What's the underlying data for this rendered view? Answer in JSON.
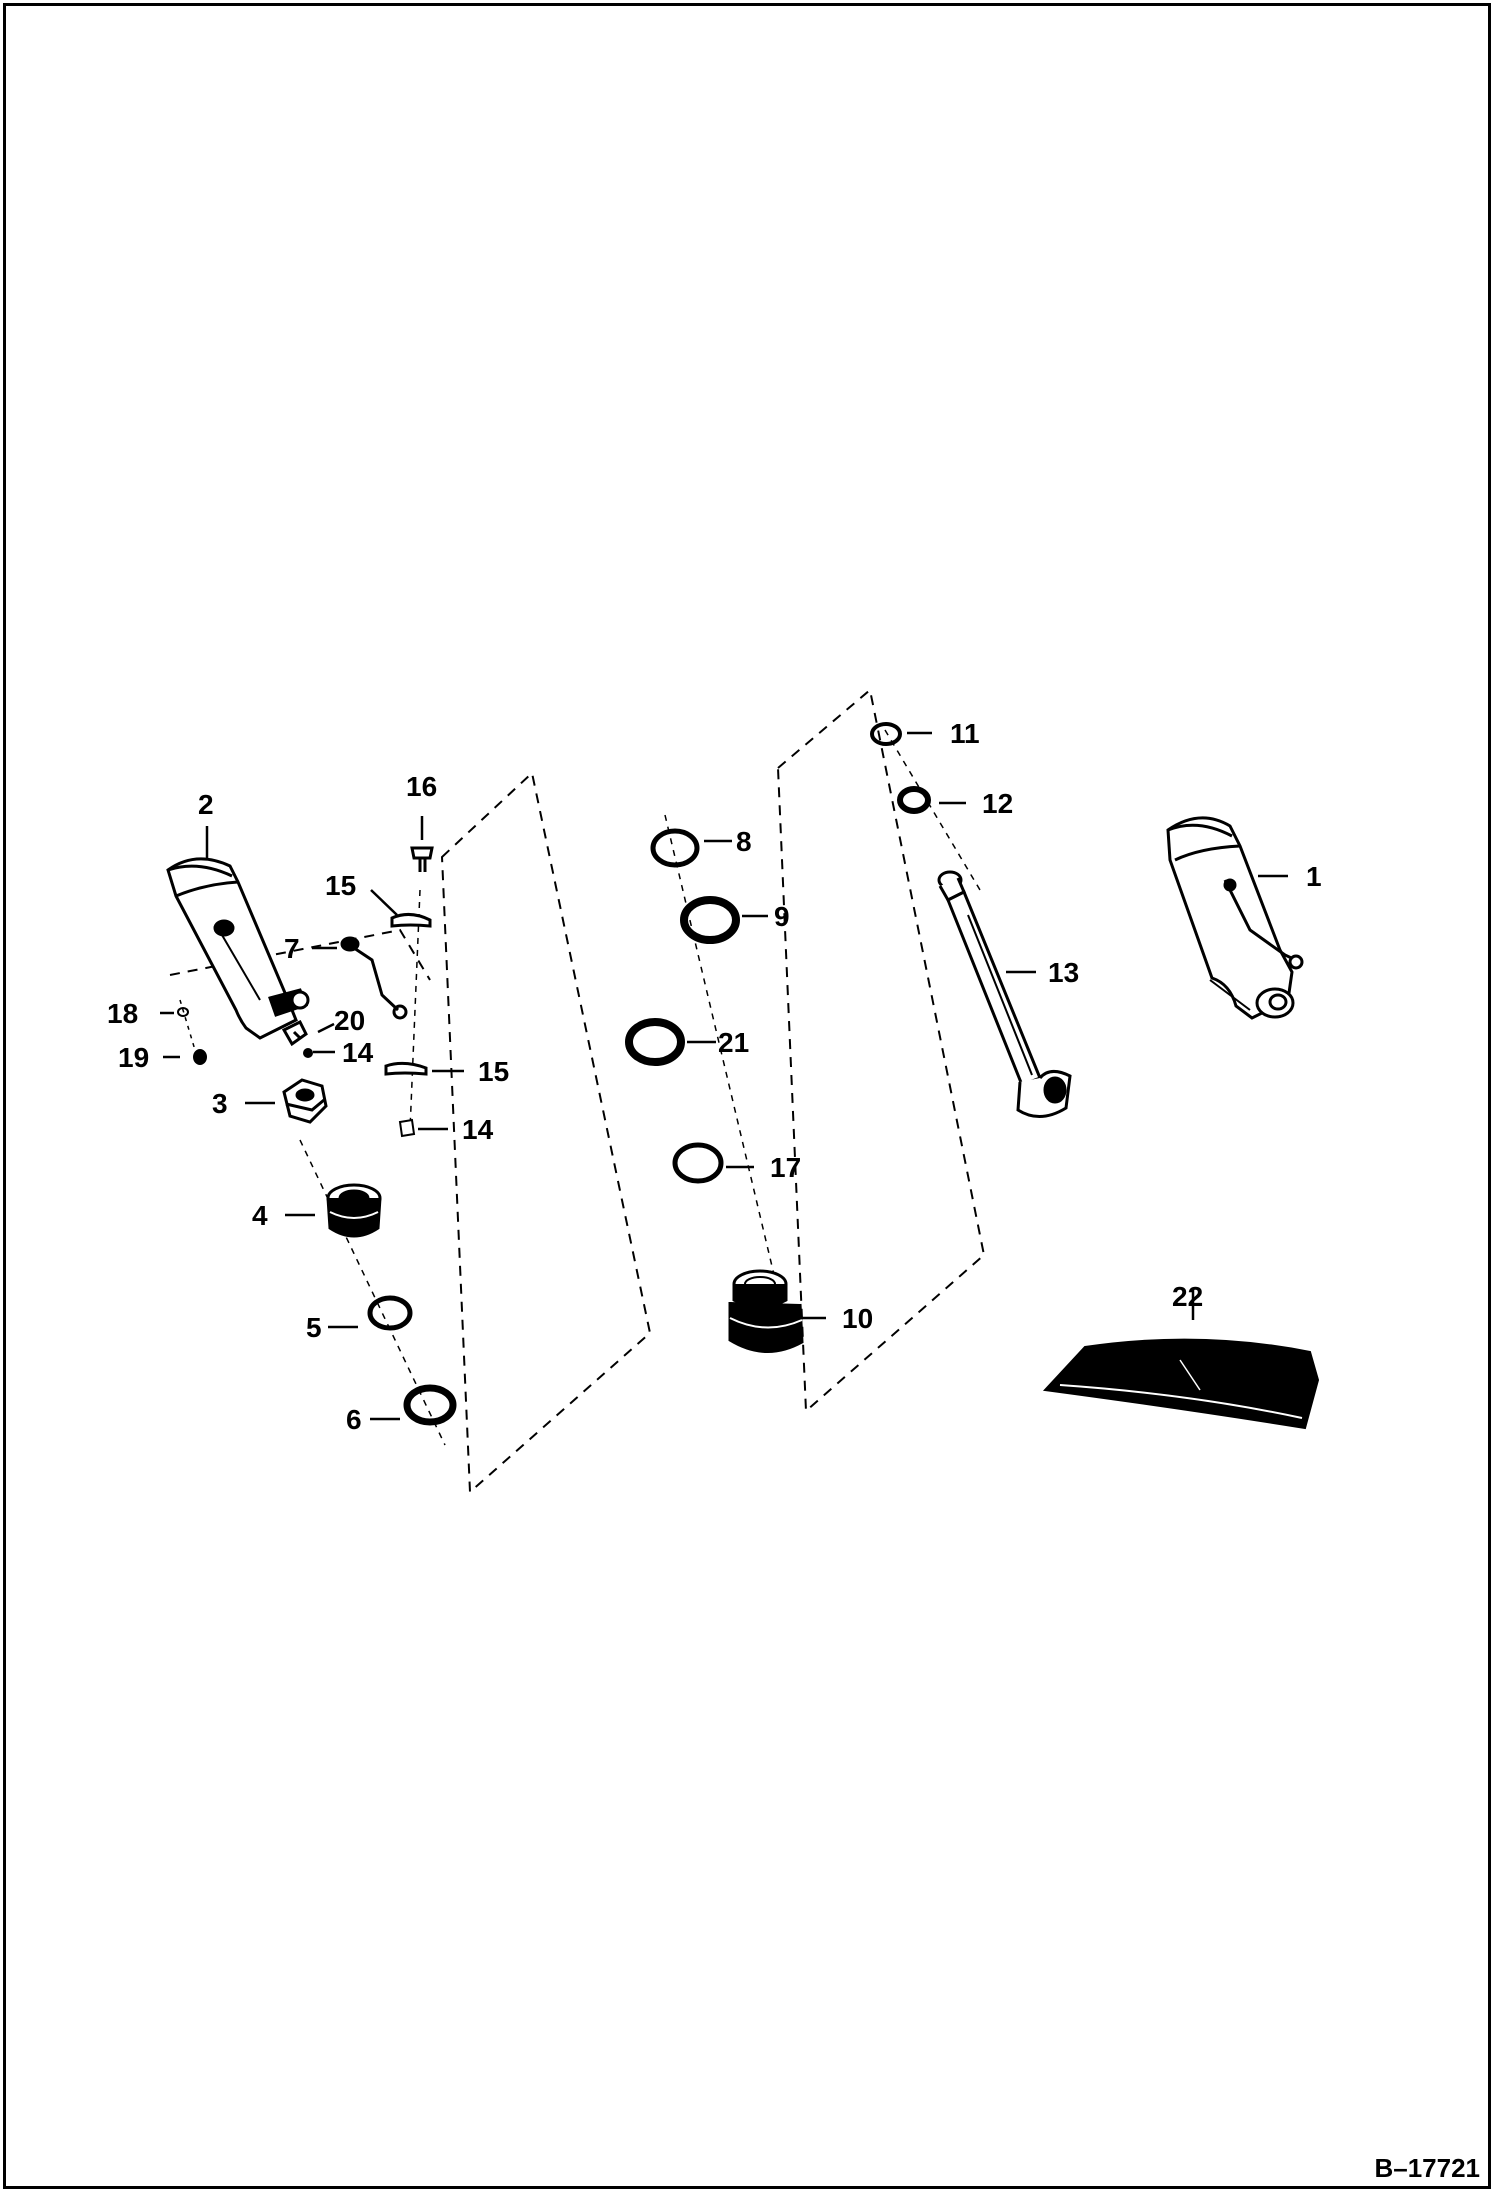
{
  "figure": {
    "reference": "B–17721"
  },
  "callouts": [
    {
      "id": "c1",
      "label": "1"
    },
    {
      "id": "c2",
      "label": "2"
    },
    {
      "id": "c3",
      "label": "3"
    },
    {
      "id": "c4",
      "label": "4"
    },
    {
      "id": "c5",
      "label": "5"
    },
    {
      "id": "c6",
      "label": "6"
    },
    {
      "id": "c7",
      "label": "7"
    },
    {
      "id": "c8",
      "label": "8"
    },
    {
      "id": "c9",
      "label": "9"
    },
    {
      "id": "c10",
      "label": "10"
    },
    {
      "id": "c11",
      "label": "11"
    },
    {
      "id": "c12",
      "label": "12"
    },
    {
      "id": "c13",
      "label": "13"
    },
    {
      "id": "c14a",
      "label": "14"
    },
    {
      "id": "c14b",
      "label": "14"
    },
    {
      "id": "c15a",
      "label": "15"
    },
    {
      "id": "c15b",
      "label": "15"
    },
    {
      "id": "c16",
      "label": "16"
    },
    {
      "id": "c17",
      "label": "17"
    },
    {
      "id": "c18",
      "label": "18"
    },
    {
      "id": "c19",
      "label": "19"
    },
    {
      "id": "c20",
      "label": "20"
    },
    {
      "id": "c21",
      "label": "21"
    },
    {
      "id": "c22",
      "label": "22"
    }
  ]
}
